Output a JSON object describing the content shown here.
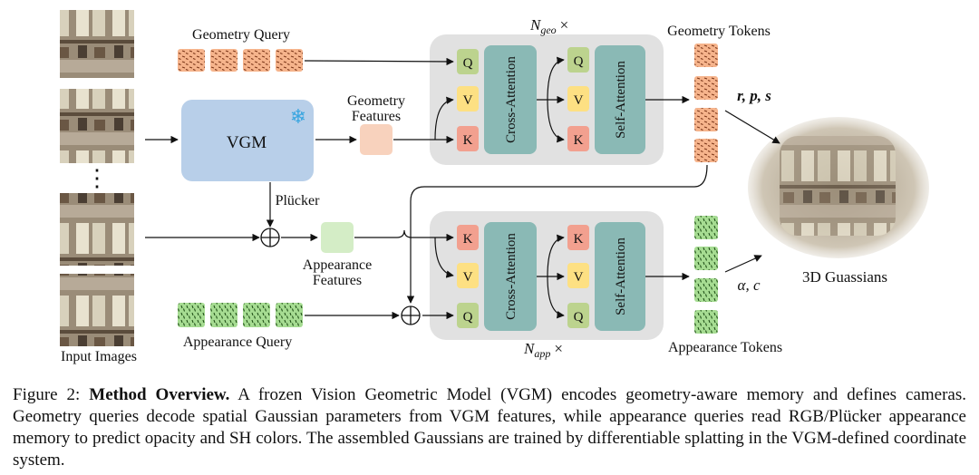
{
  "labels": {
    "geometry_query": "Geometry Query",
    "geometry_features_1": "Geometry",
    "geometry_features_2": "Features",
    "vgm": "VGM",
    "plucker": "Plücker",
    "appearance_features_1": "Appearance",
    "appearance_features_2": "Features",
    "appearance_query": "Appearance Query",
    "input_images": "Input Images",
    "ellipsis": "⋮",
    "n_geo_base": "N",
    "n_geo_sub": "geo",
    "n_app_base": "N",
    "n_app_sub": "app",
    "times": "×",
    "q": "Q",
    "k": "K",
    "v": "V",
    "cross_attention": "Cross-Attention",
    "self_attention": "Self-Attention",
    "geometry_tokens": "Geometry Tokens",
    "appearance_tokens": "Appearance Tokens",
    "rps": "r, p, s",
    "alpha_c": "α, c",
    "gaussians": "3D Guassians",
    "snowflake": "❄"
  },
  "caption": {
    "prefix": "Figure 2: ",
    "bold": "Method Overview.",
    "text": " A frozen Vision Geometric Model (VGM) encodes geometry-aware memory and defines cameras. Geometry queries decode spatial Gaussian parameters from VGM features, while appearance queries read RGB/Plücker appearance memory to predict opacity and SH colors. The assembled Gaussians are trained by differentiable splatting in the VGM-defined coordinate system."
  },
  "colors": {
    "vgm_box": "#b8cfe9",
    "block_bg": "#e1e1e1",
    "attention": "#8ab9b5",
    "q": "#bcd38e",
    "k": "#f2a08f",
    "v": "#fde083",
    "geo_token": "#f4a77a",
    "app_token": "#8fd17d",
    "geo_feature": "#f8d2bd",
    "app_feature": "#d4edc6"
  },
  "icons": {
    "snowflake": "snowflake-icon",
    "add": "plus-circle-icon"
  }
}
